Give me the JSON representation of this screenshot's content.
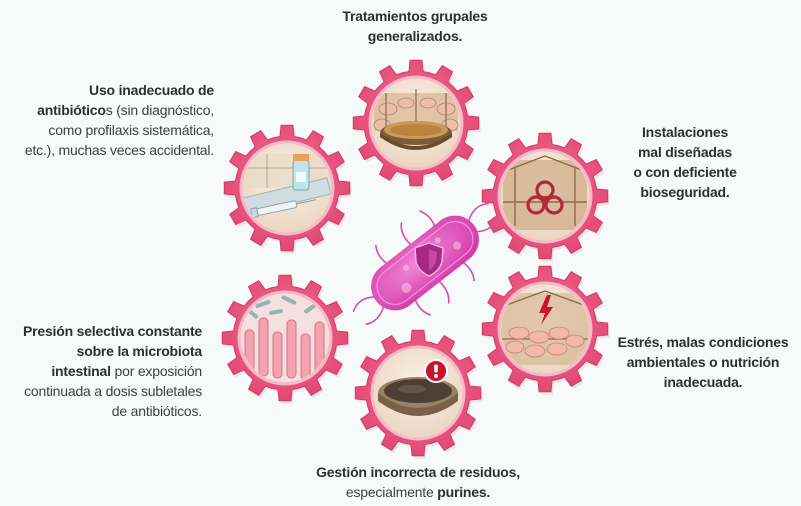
{
  "labels": {
    "top": {
      "line1": "Tratamientos grupales",
      "line2": "generalizados."
    },
    "top_left": {
      "bold1": "Uso inadecuado de",
      "bold2": "antibiótico",
      "normal2": "s (sin diagnóstico,",
      "line3": "como profilaxis sistemática,",
      "line4": "etc.), muchas veces accidental."
    },
    "top_right": {
      "line1": "Instalaciones",
      "line2": "mal diseñadas",
      "line3": "o con deficiente",
      "line4": "bioseguridad."
    },
    "bottom_left": {
      "line1": "Presión selectiva constante",
      "line2": "sobre la microbiota",
      "bold3": "intestinal",
      "normal3": " por exposición",
      "line4": "continuada a dosis subletales",
      "line5": "de antibióticos."
    },
    "bottom_right": {
      "line1": "Estrés, malas condiciones",
      "line2": "ambientales o nutrición",
      "line3": "inadecuada."
    },
    "bottom": {
      "line1": "Gestión incorrecta de residuos,",
      "normal2": "especialmente ",
      "bold2": "purines."
    }
  },
  "icons": {
    "gears": [
      "trough-pigs-icon",
      "syringe-vial-icon",
      "biohazard-barn-icon",
      "intestinal-microbiota-icon",
      "stressed-pigs-icon",
      "slurry-pit-icon"
    ],
    "center": "bacterium-shield-icon",
    "warning": "exclamation-icon",
    "lightning": "lightning-icon"
  },
  "colors": {
    "gear": "#e84f78",
    "gear_dark": "#d63a65",
    "gear_inner": "#f7e6da",
    "bacterium": "#e04ab9",
    "warning": "#c8142f",
    "text": "#3f3f3f"
  }
}
